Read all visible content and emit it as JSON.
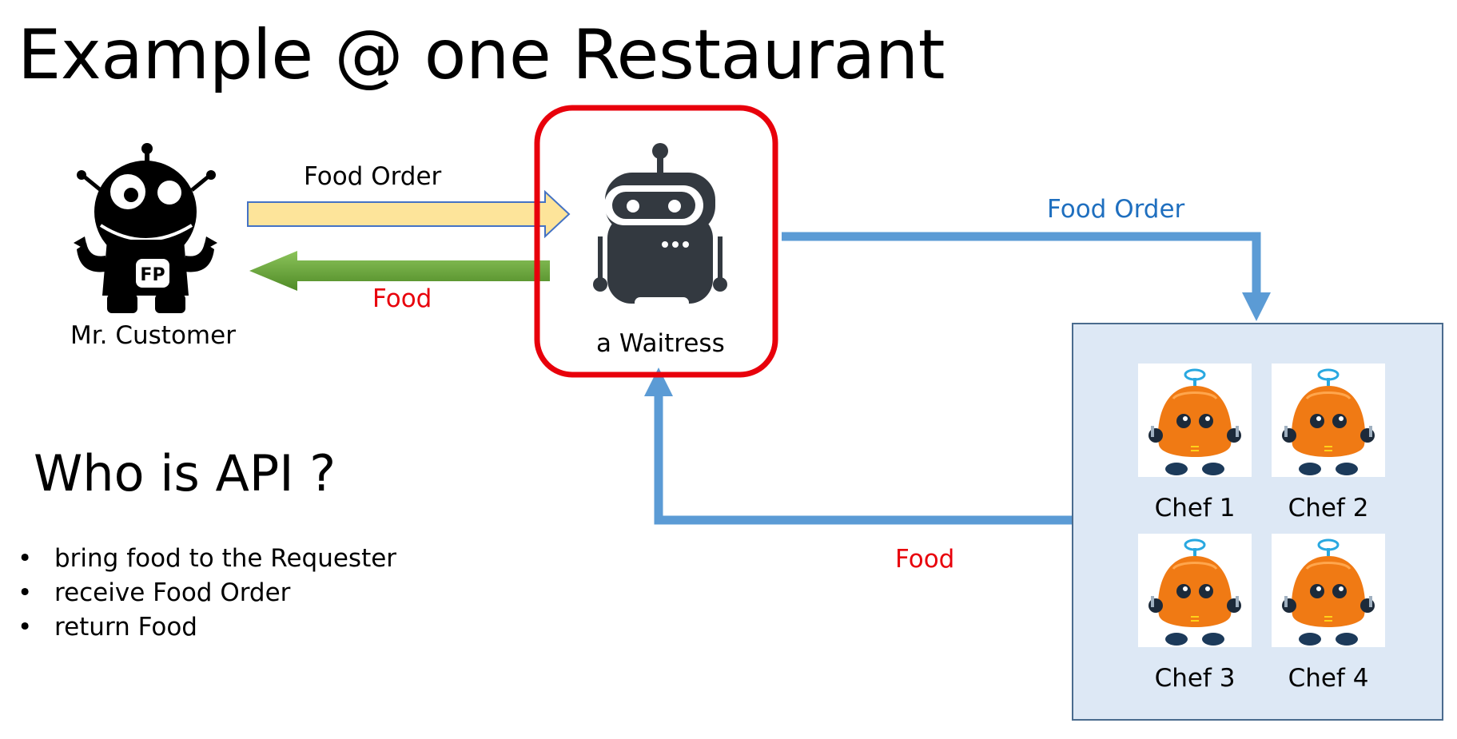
{
  "title": "Example @ one Restaurant",
  "customer": {
    "label": "Mr. Customer",
    "badge": "FP",
    "icon": "robot-customer-icon"
  },
  "waitress": {
    "label": "a Waitress",
    "icon": "robot-waitress-icon"
  },
  "arrows": {
    "order_to_waitress": "Food Order",
    "food_to_customer": "Food",
    "order_to_kitchen": "Food Order",
    "food_from_kitchen": "Food"
  },
  "kitchen": {
    "chefs": [
      {
        "label": "Chef 1",
        "icon": "chef-robot-icon"
      },
      {
        "label": "Chef 2",
        "icon": "chef-robot-icon"
      },
      {
        "label": "Chef 3",
        "icon": "chef-robot-icon"
      },
      {
        "label": "Chef 4",
        "icon": "chef-robot-icon"
      }
    ]
  },
  "question": "Who is API ?",
  "bullets": [
    "bring food to the Requester",
    "receive Food Order",
    "return Food"
  ],
  "colors": {
    "order_arrow_fill": "#fde49a",
    "food_arrow_fill": "#70ad47",
    "flow_arrow": "#5b9bd5",
    "highlight_box": "#e8000b",
    "label_red": "#e8000b",
    "label_blue": "#1f6fbf",
    "kitchen_bg": "#dde8f5",
    "chef_orange": "#f07a14"
  }
}
